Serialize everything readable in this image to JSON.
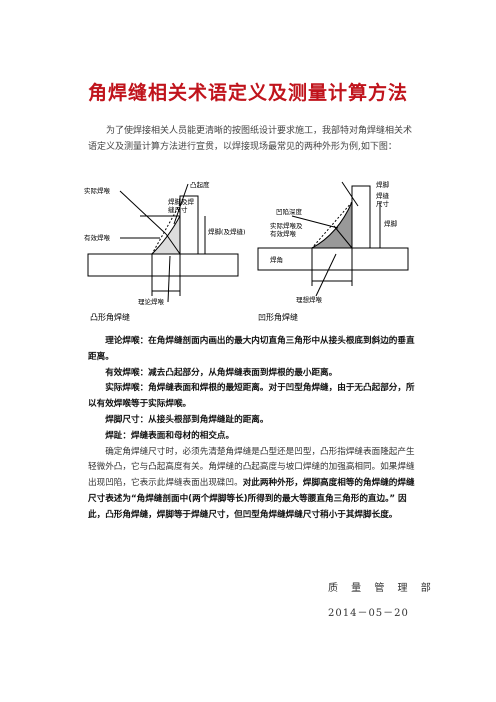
{
  "document": {
    "title": "角焊缝相关术语定义及测量计算方法",
    "intro": "为了使焊接相关人员能更清晰的按图纸设计要求施工，我部特对角焊缝相关术语定义及测量计算方法进行宣贯，以焊接现场最常见的两种外形为例,如下图：",
    "definitions": [
      {
        "term": "理论焊喉：",
        "text": "在角焊缝剖面内画出的最大内切直角三角形中从接头根底到斜边的垂直距离。"
      },
      {
        "term": "有效焊喉：",
        "text": "减去凸起部分，从角焊缝表面到焊根的最小距离。"
      },
      {
        "term": "实际焊喉：",
        "text": "角焊缝表面和焊根的最短距离。对于凹型角焊缝，由于无凸起部分，所以有效焊喉等于实际焊喉。"
      },
      {
        "term": "焊脚尺寸：",
        "text": "从接头根部到角焊缝趾的距离。"
      },
      {
        "term": "焊趾：",
        "text": "焊缝表面和母材的相交点。"
      }
    ],
    "paragraph_plain": "确定角焊缝尺寸时，必须先清楚角焊缝是凸型还是凹型，凸形指焊缝表面隆起产生轻微外凸，它与凸起高度有关。角焊缝的凸起高度与坡口焊缝的加强高相同。如果焊缝出现凹陷，它表示此焊缝表面出现碟凹。",
    "paragraph_bold": "对此两种外形，焊脚高度相等的角焊缝的焊缝尺寸表述为“角焊缝剖面中(两个焊脚等长)所得到的最大等腰直角三角形的直边。” 因此，凸形角焊缝，焊脚等于焊缝尺寸，但凹型角焊缝焊缝尺寸稍小于其焊脚长度。",
    "signature": "质 量 管 理 部",
    "date": "2014－05－20"
  },
  "figure": {
    "left": {
      "labels": {
        "actual_throat": "实际焊喉",
        "convexity": "凸起度",
        "leg_and_size_1": "焊脚及焊",
        "leg_and_size_2": "缝尺寸",
        "weld_size_side": "焊脚(及焊缝)",
        "effective_throat": "有效焊喉",
        "theoretical_throat": "理论焊喉",
        "caption": "凸形角焊缝"
      }
    },
    "right": {
      "labels": {
        "leg": "焊脚",
        "weld_size_1": "焊缝",
        "weld_size_2": "尺寸",
        "concavity": "凹陷深度",
        "actual_eff_1": "实际焊喉及",
        "actual_eff_2": "有效焊喉",
        "leg_side": "焊脚",
        "weld_leg": "焊角",
        "theoretical_throat": "理想焊喉",
        "caption": "凹形角焊缝"
      }
    }
  }
}
